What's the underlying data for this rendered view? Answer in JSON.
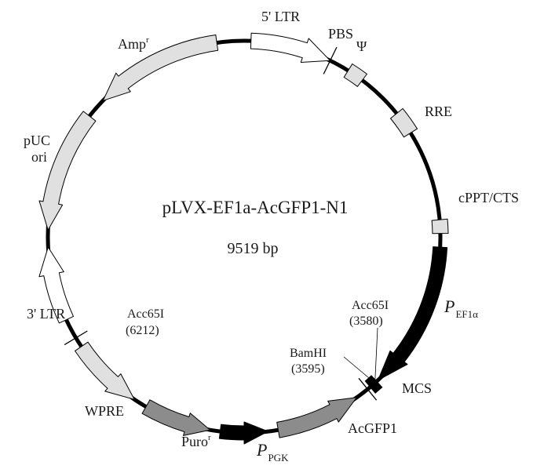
{
  "plasmid": {
    "name": "pLVX-EF1a-AcGFP1-N1",
    "size_label": "9519 bp"
  },
  "colors": {
    "backbone": "#000000",
    "ltr_fill": "#ffffff",
    "light_gray": "#e0e0e0",
    "mid_gray": "#8c8c8c",
    "black": "#000000"
  },
  "features": [
    {
      "id": "ltr5",
      "label": "5' LTR"
    },
    {
      "id": "pbs",
      "label": "PBS"
    },
    {
      "id": "psi",
      "label": "Ψ"
    },
    {
      "id": "rre",
      "label": "RRE"
    },
    {
      "id": "cppt",
      "label": "cPPT/CTS"
    },
    {
      "id": "pef1a",
      "label": "P",
      "sub": "EF1α"
    },
    {
      "id": "mcs",
      "label": "MCS"
    },
    {
      "id": "acgfp1",
      "label": "AcGFP1"
    },
    {
      "id": "ppgk",
      "label": "P",
      "sub": "PGK"
    },
    {
      "id": "puro",
      "label": "Puro",
      "sup": "r"
    },
    {
      "id": "wpre",
      "label": "WPRE"
    },
    {
      "id": "ltr3",
      "label": "3' LTR"
    },
    {
      "id": "puc",
      "label_line1": "pUC",
      "label_line2": "ori"
    },
    {
      "id": "amp",
      "label": "Amp",
      "sup": "r"
    }
  ],
  "sites": [
    {
      "id": "acc65i_3580",
      "name": "Acc65I",
      "pos": "(3580)"
    },
    {
      "id": "bamhi",
      "name": "BamHI",
      "pos": "(3595)"
    },
    {
      "id": "acc65i_6212",
      "name": "Acc65I",
      "pos": "(6212)"
    }
  ]
}
